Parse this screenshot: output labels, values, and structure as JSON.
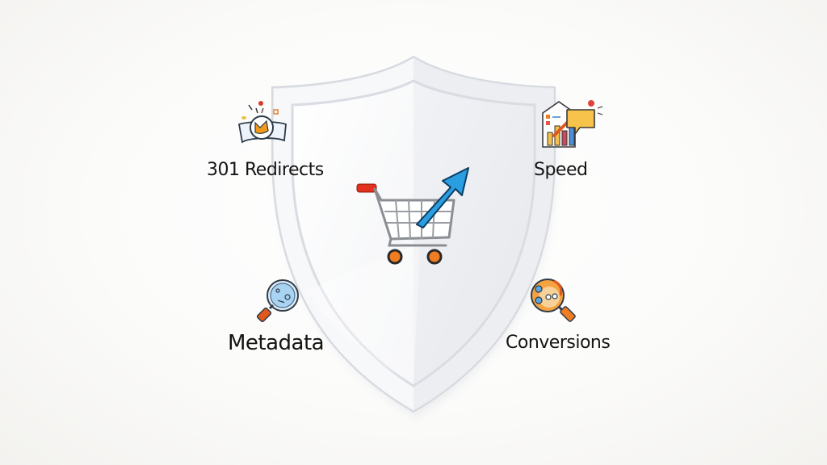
{
  "diagram": {
    "center": {
      "shape": "shield",
      "icon": "shopping-cart-with-up-arrow-icon",
      "colors": {
        "shield_light": "#ffffff",
        "shield_shade": "#eceef2",
        "shield_rim": "#dcdfe5",
        "cart_frame": "#8a8d93",
        "cart_handle": "#e3311d",
        "cart_wheels": "#f07d22",
        "arrow": "#2a9ee0"
      }
    },
    "features": [
      {
        "id": "redirects",
        "label": "301 Redirects",
        "icon": "redirect-badge-icon",
        "position": "top-left",
        "accent": "#f29a1c"
      },
      {
        "id": "speed",
        "label": "Speed",
        "icon": "speed-analytics-chart-icon",
        "position": "top-right",
        "accent": "#f7c34a"
      },
      {
        "id": "metadata",
        "label": "Metadata",
        "icon": "metadata-magnifier-icon",
        "position": "bottom-left",
        "accent": "#a9d3f2"
      },
      {
        "id": "conversions",
        "label": "Conversions",
        "icon": "conversions-magnifier-icon",
        "position": "bottom-right",
        "accent": "#f4a340"
      }
    ]
  }
}
